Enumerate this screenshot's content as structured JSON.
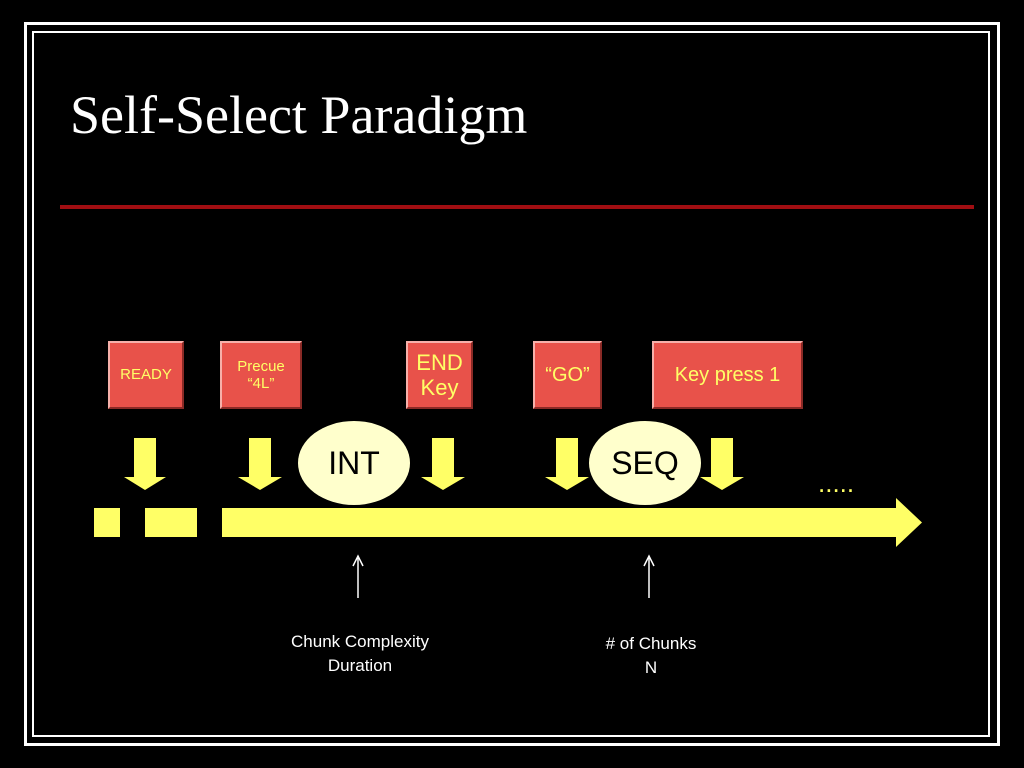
{
  "slide": {
    "title": "Self-Select Paradigm"
  },
  "events": [
    {
      "id": "ready",
      "label": "READY"
    },
    {
      "id": "precue",
      "label": "Precue\n“4L”"
    },
    {
      "id": "end-key",
      "label": "END\nKey"
    },
    {
      "id": "go",
      "label": "“GO”"
    },
    {
      "id": "key-press-1",
      "label": "Key press 1"
    }
  ],
  "intervals": [
    {
      "id": "int",
      "label": "INT"
    },
    {
      "id": "seq",
      "label": "SEQ"
    }
  ],
  "continuation": ".....",
  "annotations": [
    {
      "id": "chunk-complexity",
      "label": "Chunk Complexity\nDuration"
    },
    {
      "id": "num-chunks",
      "label": "# of Chunks\nN"
    }
  ],
  "colors": {
    "background": "#000000",
    "rule": "#a00e12",
    "event_box": "#e8524a",
    "event_text": "#ffff66",
    "timeline": "#ffff66",
    "interval_fill": "#ffffcc"
  }
}
